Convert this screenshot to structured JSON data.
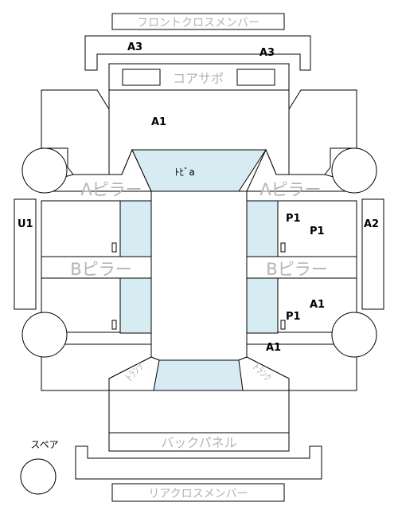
{
  "parts": {
    "front_cross_member": "フロントクロスメンバー",
    "core_support": "コアサポ",
    "roof": "ﾄﾋﾞa",
    "a_pillar_left": "Aピラー",
    "a_pillar_right": "Aピラー",
    "b_pillar_left": "Bピラー",
    "b_pillar_right": "Bピラー",
    "trunk_left": "ﾄﾗﾝｸ",
    "trunk_right": "ﾄﾗﾝｸ",
    "back_panel": "バックパネル",
    "rear_cross_member": "リアクロスメンバー",
    "spare": "スペア"
  },
  "damage_codes": {
    "a3_left": "A3",
    "a3_right": "A3",
    "a1_hood": "A1",
    "u1": "U1",
    "a2": "A2",
    "p1_upper_a": "P1",
    "p1_upper_b": "P1",
    "a1_rear_door": "A1",
    "p1_rear_door": "P1",
    "a1_rear_fender": "A1"
  }
}
